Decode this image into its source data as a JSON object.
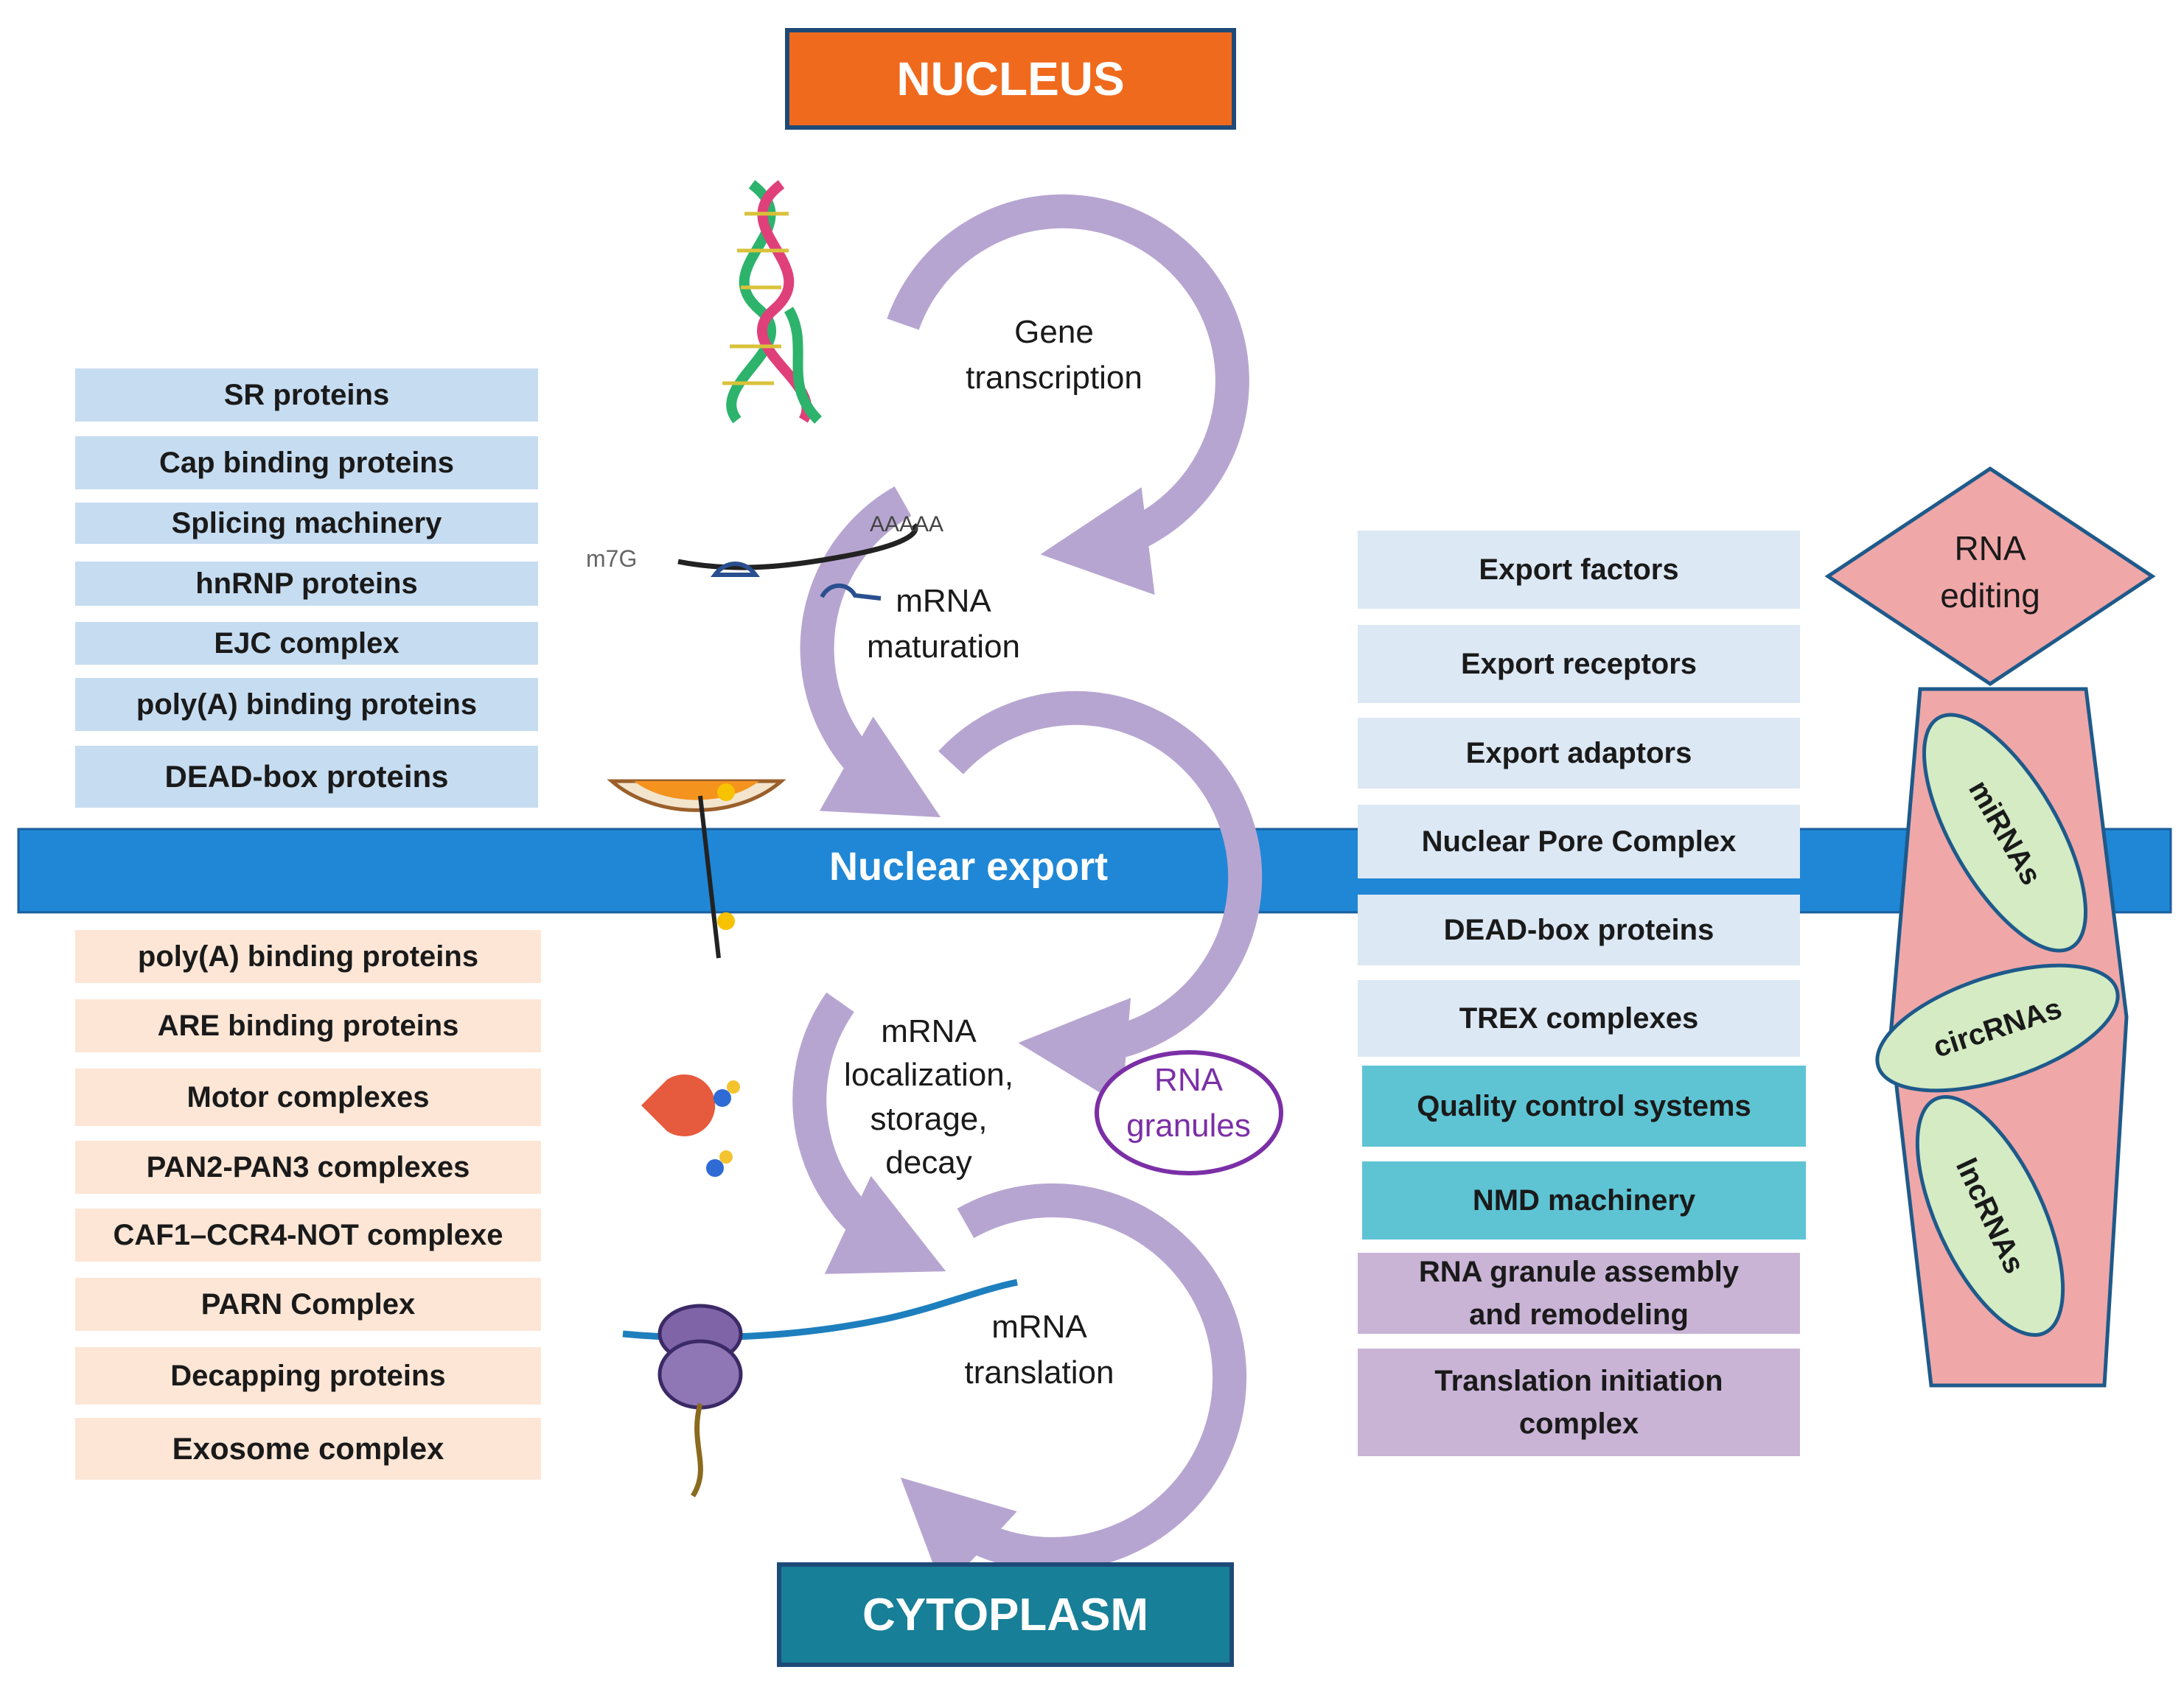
{
  "titles": {
    "nucleus": "NUCLEUS",
    "cytoplasm": "CYTOPLASM",
    "export_bar": "Nuclear export"
  },
  "cycle": {
    "gene_transcription": [
      "Gene",
      "transcription"
    ],
    "mrna_maturation": [
      "mRNA",
      "maturation"
    ],
    "localization": [
      "mRNA",
      "localization,",
      "storage,",
      "decay"
    ],
    "translation": [
      "mRNA",
      "translation"
    ],
    "rna_granules": [
      "RNA",
      "granules"
    ],
    "cap_label": "m7G",
    "polya_label": "AAAAA"
  },
  "left_nuclear_factors": [
    "SR proteins",
    "Cap binding proteins",
    "Splicing machinery",
    "hnRNP proteins",
    "EJC complex",
    "poly(A) binding proteins",
    "DEAD-box proteins"
  ],
  "left_cytoplasmic_factors": [
    "poly(A) binding proteins",
    "ARE binding proteins",
    "Motor complexes",
    "PAN2-PAN3 complexes",
    "CAF1–CCR4-NOT complexe",
    "PARN Complex",
    "Decapping proteins",
    "Exosome complex"
  ],
  "right_factors": [
    [
      "Export factors"
    ],
    [
      "Export receptors"
    ],
    [
      "Export adaptors"
    ],
    [
      "Nuclear Pore Complex"
    ],
    [
      "DEAD-box proteins"
    ],
    [
      "TREX complexes"
    ],
    [
      "Quality control systems"
    ],
    [
      "NMD machinery"
    ],
    [
      "RNA granule assembly",
      "and remodeling"
    ],
    [
      "Translation initiation",
      "complex"
    ]
  ],
  "rna_editing": [
    "RNA",
    "editing"
  ],
  "ncrnas": [
    "miRNAs",
    "circRNAs",
    "lncRNAs"
  ],
  "colors": {
    "nucleus": "#f06a1d",
    "cytoplasm": "#177f97",
    "export_bar": "#1f87d6",
    "cycle_arrow": "#b7a5d1",
    "left_nuclear": "#c6dcf1",
    "left_cytoplasmic": "#fde6d6",
    "right_light": "#dce8f4",
    "right_cyan": "#5ec4d4",
    "right_lavender": "#c9b4d6",
    "editing_pink": "#f0a7a8",
    "ncrna_green": "#d4ebc4"
  }
}
